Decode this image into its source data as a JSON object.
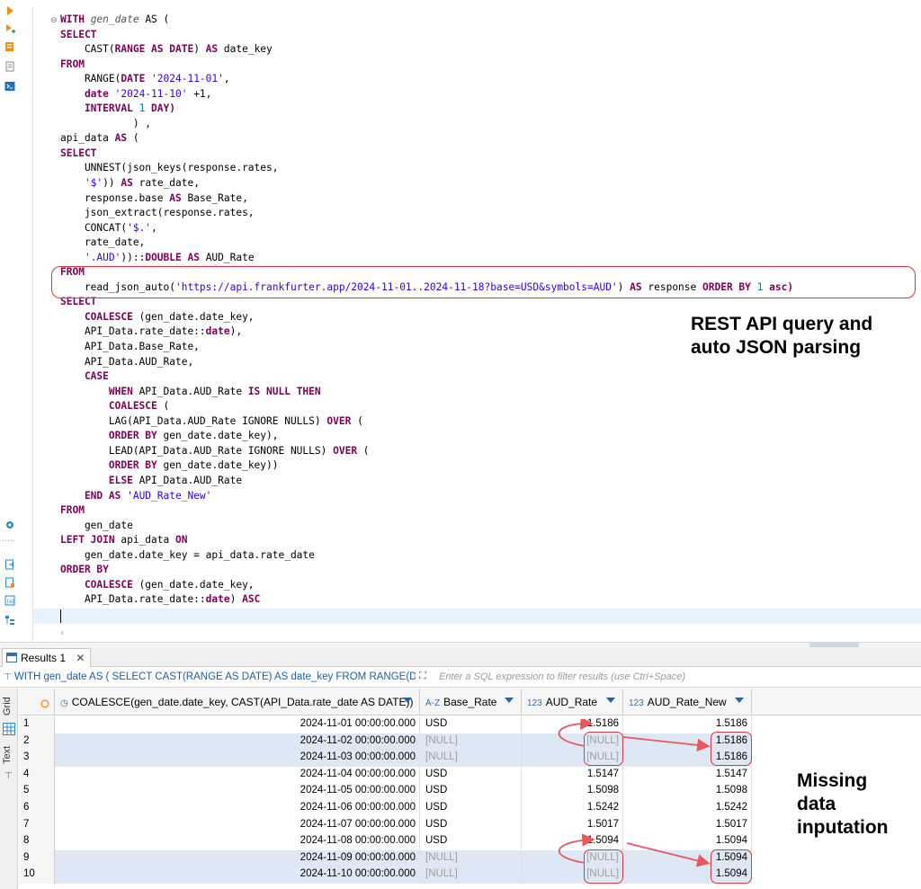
{
  "editor": {
    "lines": [
      [
        {
          "t": "WITH ",
          "c": "kw"
        },
        {
          "t": "gen_date",
          "c": "it"
        },
        {
          "t": " AS (",
          "c": "fn"
        }
      ],
      [
        {
          "t": "SELECT",
          "c": "kw"
        }
      ],
      [
        {
          "t": "    CAST(",
          "c": "fn"
        },
        {
          "t": "RANGE AS DATE",
          "c": "kw"
        },
        {
          "t": ") ",
          "c": "fn"
        },
        {
          "t": "AS",
          "c": "kw"
        },
        {
          "t": " date_key",
          "c": "fn"
        }
      ],
      [
        {
          "t": "FROM",
          "c": "kw"
        }
      ],
      [
        {
          "t": "    RANGE(",
          "c": "fn"
        },
        {
          "t": "DATE ",
          "c": "kw"
        },
        {
          "t": "'2024-11-01'",
          "c": "str"
        },
        {
          "t": ",",
          "c": "fn"
        }
      ],
      [
        {
          "t": "    date ",
          "c": "kw"
        },
        {
          "t": "'2024-11-10'",
          "c": "str"
        },
        {
          "t": " +1,",
          "c": "fn"
        }
      ],
      [
        {
          "t": "    INTERVAL ",
          "c": "kw"
        },
        {
          "t": "1",
          "c": "num"
        },
        {
          "t": " DAY)",
          "c": "kw"
        }
      ],
      [
        {
          "t": "            ) ,",
          "c": "fn"
        }
      ],
      [
        {
          "t": "api_data ",
          "c": "fn"
        },
        {
          "t": "AS",
          "c": "kw"
        },
        {
          "t": " (",
          "c": "fn"
        }
      ],
      [
        {
          "t": "SELECT",
          "c": "kw"
        }
      ],
      [
        {
          "t": "    UNNEST(json_keys(response.rates,",
          "c": "fn"
        }
      ],
      [
        {
          "t": "    ",
          "c": "fn"
        },
        {
          "t": "'$'",
          "c": "str"
        },
        {
          "t": ")) ",
          "c": "fn"
        },
        {
          "t": "AS",
          "c": "kw"
        },
        {
          "t": " rate_date,",
          "c": "fn"
        }
      ],
      [
        {
          "t": "    response.base ",
          "c": "fn"
        },
        {
          "t": "AS",
          "c": "kw"
        },
        {
          "t": " Base_Rate,",
          "c": "fn"
        }
      ],
      [
        {
          "t": "    json_extract(response.rates,",
          "c": "fn"
        }
      ],
      [
        {
          "t": "    CONCAT(",
          "c": "fn"
        },
        {
          "t": "'$.'",
          "c": "str"
        },
        {
          "t": ",",
          "c": "fn"
        }
      ],
      [
        {
          "t": "    rate_date,",
          "c": "fn"
        }
      ],
      [
        {
          "t": "    ",
          "c": "fn"
        },
        {
          "t": "'.AUD'",
          "c": "str"
        },
        {
          "t": "))::",
          "c": "fn"
        },
        {
          "t": "DOUBLE AS",
          "c": "kw"
        },
        {
          "t": " AUD_Rate",
          "c": "fn"
        }
      ],
      [
        {
          "t": "FROM",
          "c": "kw"
        }
      ],
      [
        {
          "t": "    read_json_auto(",
          "c": "fn"
        },
        {
          "t": "'https://api.frankfurter.app/2024-11-01..2024-11-18?base=USD&symbols=AUD'",
          "c": "str"
        },
        {
          "t": ") ",
          "c": "fn"
        },
        {
          "t": "AS",
          "c": "kw"
        },
        {
          "t": " response ",
          "c": "fn"
        },
        {
          "t": "ORDER BY ",
          "c": "kw"
        },
        {
          "t": "1",
          "c": "num"
        },
        {
          "t": " asc)",
          "c": "kw"
        }
      ],
      [
        {
          "t": "SELECT",
          "c": "kw"
        }
      ],
      [
        {
          "t": "    COALESCE",
          "c": "kw"
        },
        {
          "t": " (gen_date.date_key,",
          "c": "fn"
        }
      ],
      [
        {
          "t": "    API_Data.rate_date::",
          "c": "fn"
        },
        {
          "t": "date",
          "c": "kw"
        },
        {
          "t": "),",
          "c": "fn"
        }
      ],
      [
        {
          "t": "    API_Data.Base_Rate,",
          "c": "fn"
        }
      ],
      [
        {
          "t": "    API_Data.AUD_Rate,",
          "c": "fn"
        }
      ],
      [
        {
          "t": "    CASE",
          "c": "kw"
        }
      ],
      [
        {
          "t": "        WHEN",
          "c": "kw"
        },
        {
          "t": " API_Data.AUD_Rate ",
          "c": "fn"
        },
        {
          "t": "IS NULL THEN",
          "c": "kw"
        }
      ],
      [
        {
          "t": "        COALESCE",
          "c": "kw"
        },
        {
          "t": " (",
          "c": "fn"
        }
      ],
      [
        {
          "t": "        LAG(API_Data.AUD_Rate IGNORE NULLS) ",
          "c": "fn"
        },
        {
          "t": "OVER",
          "c": "kw"
        },
        {
          "t": " (",
          "c": "fn"
        }
      ],
      [
        {
          "t": "        ORDER BY",
          "c": "kw"
        },
        {
          "t": " gen_date.date_key),",
          "c": "fn"
        }
      ],
      [
        {
          "t": "        LEAD(API_Data.AUD_Rate IGNORE NULLS) ",
          "c": "fn"
        },
        {
          "t": "OVER",
          "c": "kw"
        },
        {
          "t": " (",
          "c": "fn"
        }
      ],
      [
        {
          "t": "        ORDER BY",
          "c": "kw"
        },
        {
          "t": " gen_date.date_key))",
          "c": "fn"
        }
      ],
      [
        {
          "t": "        ELSE",
          "c": "kw"
        },
        {
          "t": " API_Data.AUD_Rate",
          "c": "fn"
        }
      ],
      [
        {
          "t": "    END AS ",
          "c": "kw"
        },
        {
          "t": "'AUD_Rate_New'",
          "c": "str"
        }
      ],
      [
        {
          "t": "FROM",
          "c": "kw"
        }
      ],
      [
        {
          "t": "    gen_date",
          "c": "fn"
        }
      ],
      [
        {
          "t": "LEFT JOIN",
          "c": "kw"
        },
        {
          "t": " api_data ",
          "c": "fn"
        },
        {
          "t": "ON",
          "c": "kw"
        }
      ],
      [
        {
          "t": "    gen_date.date_key = api_data.rate_date",
          "c": "fn"
        }
      ],
      [
        {
          "t": "ORDER BY",
          "c": "kw"
        }
      ],
      [
        {
          "t": "    COALESCE",
          "c": "kw"
        },
        {
          "t": " (gen_date.date_key,",
          "c": "fn"
        }
      ],
      [
        {
          "t": "    API_Data.rate_date::",
          "c": "fn"
        },
        {
          "t": "date",
          "c": "kw"
        },
        {
          "t": ") ",
          "c": "fn"
        },
        {
          "t": "ASC",
          "c": "kw"
        }
      ]
    ]
  },
  "annotations": {
    "rest_api": "REST API query and\nauto JSON parsing",
    "imputation": "Missing\ndata\ninputation"
  },
  "results": {
    "tab_label": "Results 1",
    "tab_close": "✕",
    "filter_query": "WITH gen_date AS ( SELECT CAST(RANGE AS DATE) AS date_key FROM RANGE(DATE",
    "filter_placeholder": "Enter a SQL expression to filter results (use Ctrl+Space)",
    "side_tabs": {
      "grid": "Grid",
      "text": "Text"
    },
    "columns": [
      {
        "type": "",
        "label": "COALESCE(gen_date.date_key, CAST(API_Data.rate_date AS DATE))"
      },
      {
        "type": "A-Z",
        "label": "Base_Rate"
      },
      {
        "type": "123",
        "label": "AUD_Rate"
      },
      {
        "type": "123",
        "label": "AUD_Rate_New"
      }
    ],
    "rows": [
      {
        "n": "1",
        "date": "2024-11-01 00:00:00.000",
        "base": "USD",
        "aud": "1.5186",
        "new": "1.5186"
      },
      {
        "n": "2",
        "date": "2024-11-02 00:00:00.000",
        "base": "[NULL]",
        "aud": "[NULL]",
        "new": "1.5186"
      },
      {
        "n": "3",
        "date": "2024-11-03 00:00:00.000",
        "base": "[NULL]",
        "aud": "[NULL]",
        "new": "1.5186"
      },
      {
        "n": "4",
        "date": "2024-11-04 00:00:00.000",
        "base": "USD",
        "aud": "1.5147",
        "new": "1.5147"
      },
      {
        "n": "5",
        "date": "2024-11-05 00:00:00.000",
        "base": "USD",
        "aud": "1.5098",
        "new": "1.5098"
      },
      {
        "n": "6",
        "date": "2024-11-06 00:00:00.000",
        "base": "USD",
        "aud": "1.5242",
        "new": "1.5242"
      },
      {
        "n": "7",
        "date": "2024-11-07 00:00:00.000",
        "base": "USD",
        "aud": "1.5017",
        "new": "1.5017"
      },
      {
        "n": "8",
        "date": "2024-11-08 00:00:00.000",
        "base": "USD",
        "aud": "1.5094",
        "new": "1.5094"
      },
      {
        "n": "9",
        "date": "2024-11-09 00:00:00.000",
        "base": "[NULL]",
        "aud": "[NULL]",
        "new": "1.5094"
      },
      {
        "n": "10",
        "date": "2024-11-10 00:00:00.000",
        "base": "[NULL]",
        "aud": "[NULL]",
        "new": "1.5094"
      }
    ]
  },
  "icons": {
    "left_toolbar": [
      "execute-statement-icon",
      "execute-script-icon",
      "explain-plan-icon",
      "history-icon",
      "terminal-icon",
      "settings-icon",
      "export-icon",
      "import-icon",
      "variables-icon",
      "outline-icon"
    ],
    "accent_color": "#e0383f"
  }
}
